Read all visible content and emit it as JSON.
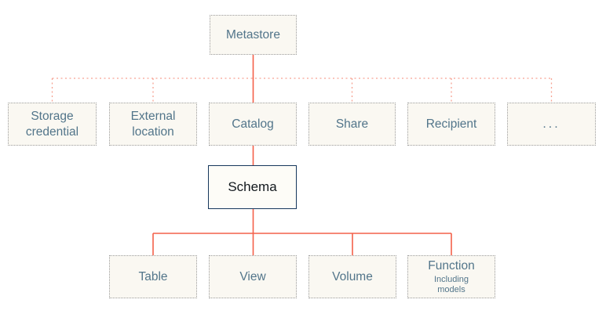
{
  "diagram": {
    "metastore": {
      "label": "Metastore"
    },
    "level2": [
      {
        "label": "Storage credential"
      },
      {
        "label": "External location"
      },
      {
        "label": "Catalog"
      },
      {
        "label": "Share"
      },
      {
        "label": "Recipient"
      },
      {
        "label": "..."
      }
    ],
    "schema": {
      "label": "Schema"
    },
    "level4": [
      {
        "label": "Table"
      },
      {
        "label": "View"
      },
      {
        "label": "Volume"
      },
      {
        "label": "Function",
        "sublabel": "Including models"
      }
    ],
    "colors": {
      "line_solid": "#f4604a",
      "line_dotted": "#f6a292",
      "node_bg": "#faf8f2",
      "node_border": "#9b9b9b",
      "node_text": "#52758a",
      "schema_border": "#16375c",
      "schema_text": "#12181d",
      "background": "#ffffff"
    }
  }
}
